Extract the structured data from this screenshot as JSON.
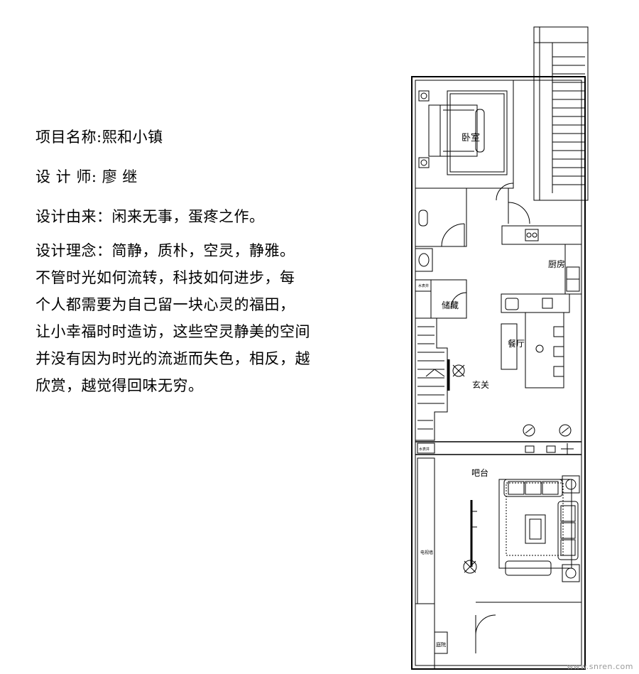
{
  "description": {
    "project": "项目名称:熙和小镇",
    "designer": "设 计 师: 廖   继",
    "origin": "设计由来：闲来无事，蛋疼之作。",
    "concept": [
      "设计理念：简静，质朴，空灵，静雅。",
      "不管时光如何流转，科技如何进步，每",
      "个人都需要为自己留一块心灵的福田，",
      "让小幸福时时造访，这些空灵静美的空间",
      "并没有因为时光的流逝而失色，相反，越",
      "欣赏，越觉得回味无穷。"
    ]
  },
  "floorplan": {
    "rooms": {
      "bedroom": "卧室",
      "kitchen": "厨房",
      "storage": "储藏",
      "dining": "餐厅",
      "entrance": "玄关",
      "bar": "吧台"
    },
    "small_labels": {
      "water_meter_1": "水表井",
      "water_meter_2": "水表井",
      "wall_label": "电视墙",
      "yard": "庭院"
    }
  },
  "watermark": "www.snren.com"
}
